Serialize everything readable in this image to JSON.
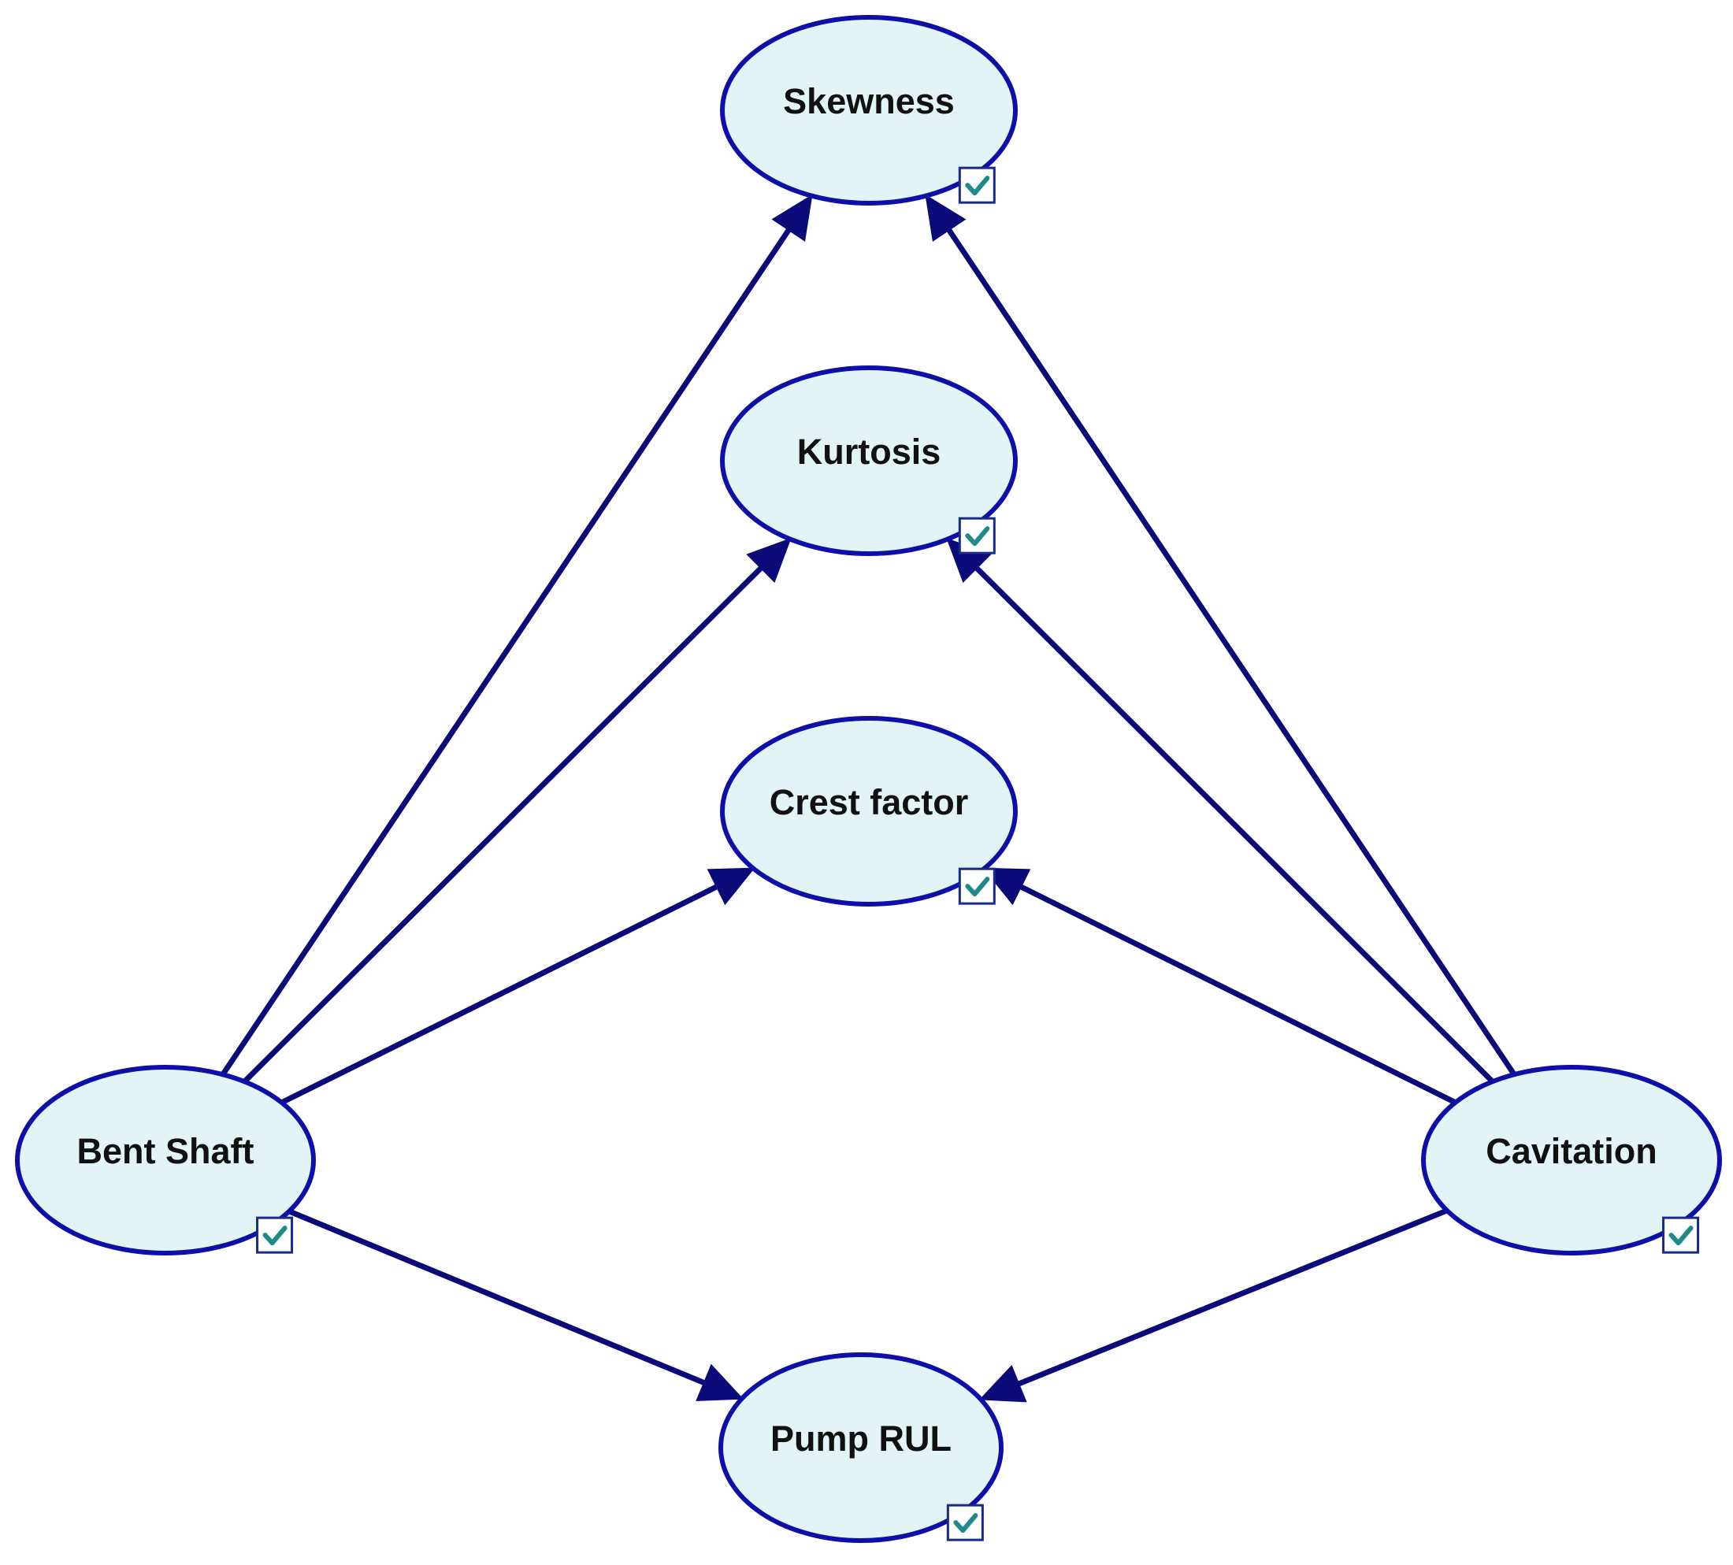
{
  "diagram": {
    "nodes": [
      {
        "id": "skewness",
        "label": "Skewness",
        "evidence_icon": "checkbox-check-icon"
      },
      {
        "id": "kurtosis",
        "label": "Kurtosis",
        "evidence_icon": "checkbox-check-icon"
      },
      {
        "id": "crest_factor",
        "label": "Crest factor",
        "evidence_icon": "checkbox-check-icon"
      },
      {
        "id": "bent_shaft",
        "label": "Bent Shaft",
        "evidence_icon": "checkbox-check-icon"
      },
      {
        "id": "cavitation",
        "label": "Cavitation",
        "evidence_icon": "checkbox-check-icon"
      },
      {
        "id": "pump_rul",
        "label": "Pump RUL",
        "evidence_icon": "checkbox-check-icon"
      }
    ],
    "edges": [
      {
        "from": "bent_shaft",
        "to": "skewness"
      },
      {
        "from": "bent_shaft",
        "to": "kurtosis"
      },
      {
        "from": "bent_shaft",
        "to": "crest_factor"
      },
      {
        "from": "bent_shaft",
        "to": "pump_rul"
      },
      {
        "from": "cavitation",
        "to": "skewness"
      },
      {
        "from": "cavitation",
        "to": "kurtosis"
      },
      {
        "from": "cavitation",
        "to": "crest_factor"
      },
      {
        "from": "cavitation",
        "to": "pump_rul"
      }
    ]
  },
  "colors": {
    "node_fill": "#e3f4f7",
    "node_stroke": "#0d0fa8",
    "edge": "#0a0a78",
    "check": "#1f8a8a"
  }
}
